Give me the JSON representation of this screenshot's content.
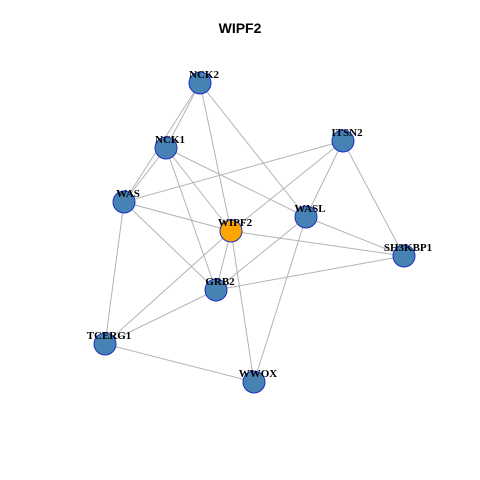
{
  "title": "WIPF2",
  "colors": {
    "node_fill": "#4682b4",
    "hub_fill": "#ffa500",
    "node_border": "#1c2fc2",
    "edge": "#b3b3b3"
  },
  "graph": {
    "hub": "WIPF2",
    "nodes": [
      "NCK2",
      "ITSN2",
      "NCK1",
      "WAS",
      "WASL",
      "WIPF2",
      "SH3KBP1",
      "GRB2",
      "TCERG1",
      "WWOX"
    ],
    "edges": [
      [
        "NCK2",
        "NCK1"
      ],
      [
        "NCK2",
        "WAS"
      ],
      [
        "NCK2",
        "WIPF2"
      ],
      [
        "NCK2",
        "WASL"
      ],
      [
        "NCK1",
        "WAS"
      ],
      [
        "NCK1",
        "WIPF2"
      ],
      [
        "NCK1",
        "WASL"
      ],
      [
        "NCK1",
        "GRB2"
      ],
      [
        "ITSN2",
        "WAS"
      ],
      [
        "ITSN2",
        "WIPF2"
      ],
      [
        "ITSN2",
        "WASL"
      ],
      [
        "ITSN2",
        "SH3KBP1"
      ],
      [
        "WAS",
        "WIPF2"
      ],
      [
        "WAS",
        "GRB2"
      ],
      [
        "WAS",
        "TCERG1"
      ],
      [
        "WIPF2",
        "GRB2"
      ],
      [
        "WIPF2",
        "TCERG1"
      ],
      [
        "WIPF2",
        "WWOX"
      ],
      [
        "WIPF2",
        "SH3KBP1"
      ],
      [
        "WASL",
        "SH3KBP1"
      ],
      [
        "WASL",
        "GRB2"
      ],
      [
        "WASL",
        "WWOX"
      ],
      [
        "GRB2",
        "SH3KBP1"
      ],
      [
        "GRB2",
        "TCERG1"
      ],
      [
        "TCERG1",
        "WWOX"
      ]
    ]
  }
}
